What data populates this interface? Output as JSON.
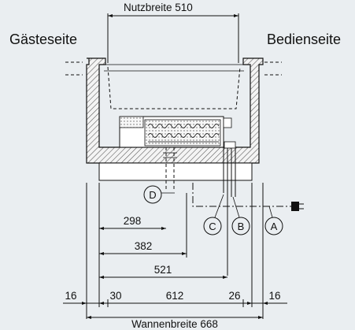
{
  "labels": {
    "guest_side": "Gästeseite",
    "operator_side": "Bedienseite",
    "usable_width": "Nutzbreite 510",
    "tub_width": "Wannenbreite 668"
  },
  "dimensions": {
    "d298": "298",
    "d382": "382",
    "d521": "521",
    "left_16": "16",
    "d30": "30",
    "d612": "612",
    "d26": "26",
    "right_16": "16"
  },
  "callouts": {
    "a": "A",
    "b": "B",
    "c": "C",
    "d": "D"
  },
  "colors": {
    "background": "#eaeef1",
    "line": "#111111",
    "insulation_hatch": "#555555",
    "body_fill": "#ffffff"
  }
}
